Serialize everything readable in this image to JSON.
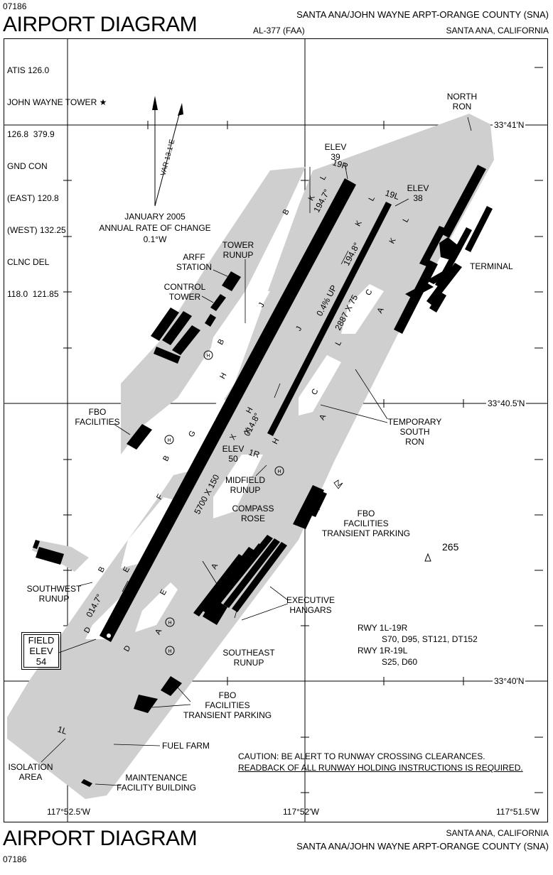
{
  "header": {
    "code_top": "07186",
    "title_top": "AIRPORT DIAGRAM",
    "airport_name_top": "SANTA ANA/JOHN WAYNE ARPT-ORANGE COUNTY (SNA)",
    "procedure_id": "AL-377 (FAA)",
    "city_top": "SANTA ANA, CALIFORNIA"
  },
  "frequencies": {
    "lines": [
      "ATIS 126.0",
      "JOHN WAYNE TOWER ★",
      "126.8  379.9",
      "GND CON",
      "(EAST) 120.8",
      "(WEST) 132.25",
      "CLNC DEL",
      "118.0  121.85"
    ]
  },
  "variation": {
    "var_label": "VAR 13.1°E",
    "date": "JANUARY 2005",
    "rate_label": "ANNUAL RATE OF CHANGE",
    "rate": "0.1°W"
  },
  "grid": {
    "lat_top": "33°41'N",
    "lat_mid": "33°40.5'N",
    "lat_bot": "33°40'N",
    "lon_left": "117°52.5'W",
    "lon_mid": "117°52'W",
    "lon_right": "117°51.5'W"
  },
  "labels": {
    "north_ron": "NORTH\nRON",
    "terminal": "TERMINAL",
    "tower_runup": "TOWER\nRUNUP",
    "arff": "ARFF\nSTATION",
    "control_tower": "CONTROL\nTOWER",
    "fbo_facilities": "FBO\nFACILITIES",
    "temporary_south_ron": "TEMPORARY\nSOUTH\nRON",
    "midfield_runup": "MIDFIELD\nRUNUP",
    "compass_rose": "COMPASS\nROSE",
    "fbo_transient": "FBO\nFACILITIES\nTRANSIENT PARKING",
    "southwest_runup": "SOUTHWEST\nRUNUP",
    "executive_hangars": "EXECUTIVE\nHANGARS",
    "southeast_runup": "SOUTHEAST\nRUNUP",
    "fbo_transient_lower": "FBO\nFACILITIES\nTRANSIENT PARKING",
    "fuel_farm": "FUEL FARM",
    "isolation_area": "ISOLATION\nAREA",
    "maintenance": "MAINTENANCE\nFACILITY BUILDING",
    "elev_39": "ELEV\n39",
    "elev_38": "ELEV\n38",
    "elev_50": "ELEV\n50",
    "field_elev": "FIELD\nELEV\n54",
    "obstacle": "265"
  },
  "runways": {
    "rwy_19r": "19R",
    "rwy_19l": "19L",
    "rwy_1r": "1R",
    "rwy_1l": "1L",
    "hdg_194_7": "194.7°",
    "hdg_194_8": "194.8°",
    "hdg_014_7": "014.7°",
    "hdg_014_8": "014.8°",
    "dim_main": "5700 X 150",
    "dim_short": "2887 X 75",
    "slope": "0.4% UP"
  },
  "taxiways": [
    "L",
    "L",
    "K",
    "K",
    "B",
    "J",
    "J",
    "C",
    "A",
    "H",
    "H",
    "X",
    "X",
    "G",
    "B",
    "F",
    "B",
    "E",
    "E",
    "D",
    "D",
    "A",
    "B",
    "C",
    "A",
    "H",
    "H",
    "L"
  ],
  "strength": {
    "line1": "RWY 1L-19R",
    "line2": "S70, D95, ST121, DT152",
    "line3": "RWY 1R-19L",
    "line4": "S25, D60"
  },
  "caution": {
    "line1": "CAUTION: BE ALERT TO RUNWAY CROSSING CLEARANCES.",
    "line2": "READBACK OF ALL RUNWAY HOLDING INSTRUCTIONS IS REQUIRED."
  },
  "footer": {
    "title_bottom": "AIRPORT DIAGRAM",
    "city_bottom": "SANTA ANA, CALIFORNIA",
    "airport_name_bottom": "SANTA ANA/JOHN WAYNE ARPT-ORANGE COUNTY (SNA)",
    "code_bottom": "07186"
  }
}
